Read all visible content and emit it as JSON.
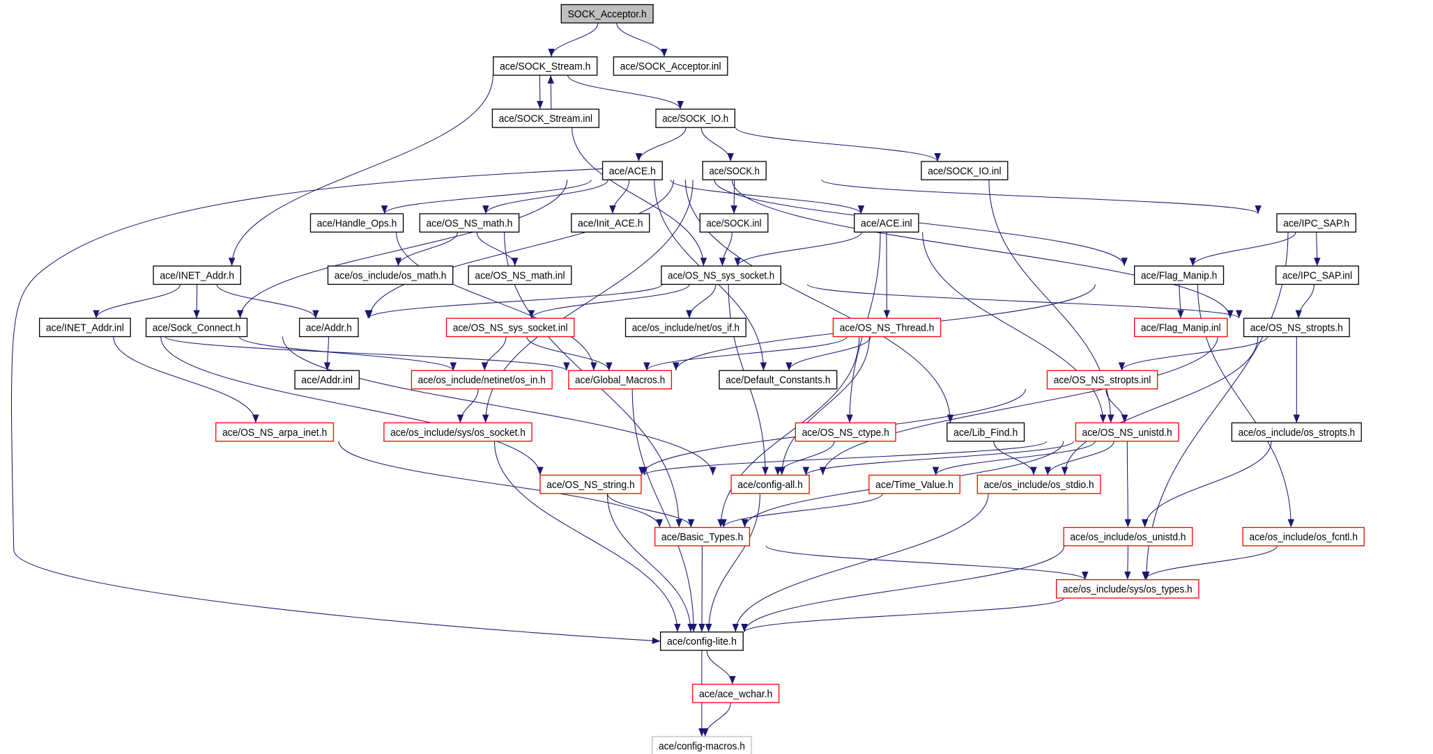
{
  "colors": {
    "edge": "#191970",
    "normal_border": "#000000",
    "missing_border": "#ff0000",
    "truncated_border": "#bfbfbf",
    "root_fill": "#bfbfbf"
  },
  "nodes": [
    {
      "id": "acceptor_h",
      "label": "SOCK_Acceptor.h",
      "kind": "root"
    },
    {
      "id": "stream_h",
      "label": "ace/SOCK_Stream.h",
      "kind": "normal"
    },
    {
      "id": "acceptor_inl",
      "label": "ace/SOCK_Acceptor.inl",
      "kind": "normal"
    },
    {
      "id": "stream_inl",
      "label": "ace/SOCK_Stream.inl",
      "kind": "normal"
    },
    {
      "id": "sockio_h",
      "label": "ace/SOCK_IO.h",
      "kind": "normal"
    },
    {
      "id": "ace_h",
      "label": "ace/ACE.h",
      "kind": "normal"
    },
    {
      "id": "sock_h",
      "label": "ace/SOCK.h",
      "kind": "normal"
    },
    {
      "id": "sockio_inl",
      "label": "ace/SOCK_IO.inl",
      "kind": "normal"
    },
    {
      "id": "handle_ops",
      "label": "ace/Handle_Ops.h",
      "kind": "normal"
    },
    {
      "id": "os_ns_math",
      "label": "ace/OS_NS_math.h",
      "kind": "normal"
    },
    {
      "id": "init_ace",
      "label": "ace/Init_ACE.h",
      "kind": "normal"
    },
    {
      "id": "sock_inl",
      "label": "ace/SOCK.inl",
      "kind": "normal"
    },
    {
      "id": "ace_inl",
      "label": "ace/ACE.inl",
      "kind": "normal"
    },
    {
      "id": "ipc_sap_h",
      "label": "ace/IPC_SAP.h",
      "kind": "normal"
    },
    {
      "id": "inet_addr_h",
      "label": "ace/INET_Addr.h",
      "kind": "normal"
    },
    {
      "id": "os_math",
      "label": "ace/os_include/os_math.h",
      "kind": "normal"
    },
    {
      "id": "os_ns_math_inl",
      "label": "ace/OS_NS_math.inl",
      "kind": "normal"
    },
    {
      "id": "sys_socket_h",
      "label": "ace/OS_NS_sys_socket.h",
      "kind": "normal"
    },
    {
      "id": "flag_manip_h",
      "label": "ace/Flag_Manip.h",
      "kind": "normal"
    },
    {
      "id": "ipc_sap_inl",
      "label": "ace/IPC_SAP.inl",
      "kind": "normal"
    },
    {
      "id": "inet_addr_inl",
      "label": "ace/INET_Addr.inl",
      "kind": "normal"
    },
    {
      "id": "sock_connect",
      "label": "ace/Sock_Connect.h",
      "kind": "normal"
    },
    {
      "id": "addr_h",
      "label": "ace/Addr.h",
      "kind": "normal"
    },
    {
      "id": "sys_socket_inl",
      "label": "ace/OS_NS_sys_socket.inl",
      "kind": "missing"
    },
    {
      "id": "os_if",
      "label": "ace/os_include/net/os_if.h",
      "kind": "normal"
    },
    {
      "id": "os_ns_thread",
      "label": "ace/OS_NS_Thread.h",
      "kind": "missing"
    },
    {
      "id": "flag_manip_inl",
      "label": "ace/Flag_Manip.inl",
      "kind": "missing"
    },
    {
      "id": "os_ns_stropts_h",
      "label": "ace/OS_NS_stropts.h",
      "kind": "normal"
    },
    {
      "id": "addr_inl",
      "label": "ace/Addr.inl",
      "kind": "normal"
    },
    {
      "id": "os_in",
      "label": "ace/os_include/netinet/os_in.h",
      "kind": "missing"
    },
    {
      "id": "global_macros",
      "label": "ace/Global_Macros.h",
      "kind": "missing"
    },
    {
      "id": "default_constants",
      "label": "ace/Default_Constants.h",
      "kind": "normal"
    },
    {
      "id": "os_ns_stropts_inl",
      "label": "ace/OS_NS_stropts.inl",
      "kind": "missing"
    },
    {
      "id": "arpa_inet",
      "label": "ace/OS_NS_arpa_inet.h",
      "kind": "missing"
    },
    {
      "id": "os_socket",
      "label": "ace/os_include/sys/os_socket.h",
      "kind": "missing"
    },
    {
      "id": "os_ns_ctype",
      "label": "ace/OS_NS_ctype.h",
      "kind": "missing"
    },
    {
      "id": "lib_find",
      "label": "ace/Lib_Find.h",
      "kind": "normal"
    },
    {
      "id": "os_ns_unistd",
      "label": "ace/OS_NS_unistd.h",
      "kind": "missing"
    },
    {
      "id": "os_stropts",
      "label": "ace/os_include/os_stropts.h",
      "kind": "normal"
    },
    {
      "id": "os_ns_string",
      "label": "ace/OS_NS_string.h",
      "kind": "missing"
    },
    {
      "id": "config_all",
      "label": "ace/config-all.h",
      "kind": "missing"
    },
    {
      "id": "time_value",
      "label": "ace/Time_Value.h",
      "kind": "missing"
    },
    {
      "id": "os_stdio",
      "label": "ace/os_include/os_stdio.h",
      "kind": "missing"
    },
    {
      "id": "basic_types",
      "label": "ace/Basic_Types.h",
      "kind": "missing"
    },
    {
      "id": "os_unistd",
      "label": "ace/os_include/os_unistd.h",
      "kind": "missing"
    },
    {
      "id": "os_fcntl",
      "label": "ace/os_include/os_fcntl.h",
      "kind": "missing"
    },
    {
      "id": "os_types",
      "label": "ace/os_include/sys/os_types.h",
      "kind": "missing"
    },
    {
      "id": "config_lite",
      "label": "ace/config-lite.h",
      "kind": "normal"
    },
    {
      "id": "ace_wchar",
      "label": "ace/ace_wchar.h",
      "kind": "missing"
    },
    {
      "id": "config_macros",
      "label": "ace/config-macros.h",
      "kind": "truncated"
    }
  ],
  "edges": [
    [
      "acceptor_h",
      "stream_h"
    ],
    [
      "acceptor_h",
      "acceptor_inl"
    ],
    [
      "stream_h",
      "stream_inl"
    ],
    [
      "stream_inl",
      "stream_h"
    ],
    [
      "stream_h",
      "sockio_h"
    ],
    [
      "stream_h",
      "inet_addr_h"
    ],
    [
      "stream_inl",
      "sys_socket_h"
    ],
    [
      "sockio_h",
      "ace_h"
    ],
    [
      "sockio_h",
      "sock_h"
    ],
    [
      "sockio_h",
      "sockio_inl"
    ],
    [
      "sockio_inl",
      "os_ns_unistd"
    ],
    [
      "ace_h",
      "handle_ops"
    ],
    [
      "ace_h",
      "os_ns_math"
    ],
    [
      "ace_h",
      "init_ace"
    ],
    [
      "ace_h",
      "ace_inl"
    ],
    [
      "ace_h",
      "config_lite"
    ],
    [
      "ace_h",
      "sock_connect"
    ],
    [
      "ace_h",
      "flag_manip_h"
    ],
    [
      "ace_h",
      "os_ns_stropts_h"
    ],
    [
      "ace_h",
      "default_constants"
    ],
    [
      "ace_h",
      "lib_find"
    ],
    [
      "sock_h",
      "addr_h"
    ],
    [
      "sock_h",
      "sock_inl"
    ],
    [
      "sock_h",
      "ipc_sap_h"
    ],
    [
      "sock_h",
      "os_socket"
    ],
    [
      "ace_inl",
      "sys_socket_h"
    ],
    [
      "ace_inl",
      "os_ns_thread"
    ],
    [
      "ace_inl",
      "os_ns_ctype"
    ],
    [
      "ace_inl",
      "os_ns_unistd"
    ],
    [
      "sock_inl",
      "sys_socket_h"
    ],
    [
      "handle_ops",
      "global_macros"
    ],
    [
      "os_ns_math",
      "os_math"
    ],
    [
      "os_ns_math",
      "os_ns_math_inl"
    ],
    [
      "os_ns_math",
      "basic_types"
    ],
    [
      "inet_addr_h",
      "inet_addr_inl"
    ],
    [
      "inet_addr_h",
      "sock_connect"
    ],
    [
      "inet_addr_h",
      "addr_h"
    ],
    [
      "inet_addr_inl",
      "global_macros"
    ],
    [
      "inet_addr_inl",
      "arpa_inet"
    ],
    [
      "inet_addr_inl",
      "os_ns_string"
    ],
    [
      "sock_connect",
      "os_in"
    ],
    [
      "sock_connect",
      "config_all"
    ],
    [
      "addr_h",
      "addr_inl"
    ],
    [
      "sys_socket_h",
      "sys_socket_inl"
    ],
    [
      "sys_socket_h",
      "os_if"
    ],
    [
      "sys_socket_h",
      "os_ns_stropts_h"
    ],
    [
      "sys_socket_h",
      "config_all"
    ],
    [
      "sys_socket_h",
      "addr_h"
    ],
    [
      "sys_socket_inl",
      "os_in"
    ],
    [
      "sys_socket_inl",
      "global_macros"
    ],
    [
      "os_in",
      "os_socket"
    ],
    [
      "arpa_inet",
      "basic_types"
    ],
    [
      "os_ns_thread",
      "global_macros"
    ],
    [
      "os_ns_thread",
      "default_constants"
    ],
    [
      "os_ns_thread",
      "config_all"
    ],
    [
      "os_ns_thread",
      "basic_types"
    ],
    [
      "ipc_sap_h",
      "flag_manip_h"
    ],
    [
      "ipc_sap_h",
      "ipc_sap_inl"
    ],
    [
      "ipc_sap_h",
      "os_types"
    ],
    [
      "ipc_sap_inl",
      "os_ns_stropts_h"
    ],
    [
      "flag_manip_h",
      "flag_manip_inl"
    ],
    [
      "flag_manip_h",
      "global_macros"
    ],
    [
      "flag_manip_h",
      "os_fcntl"
    ],
    [
      "os_ns_stropts_h",
      "os_ns_stropts_inl"
    ],
    [
      "os_ns_stropts_h",
      "os_stropts"
    ],
    [
      "os_ns_stropts_h",
      "os_stdio"
    ],
    [
      "os_ns_stropts_h",
      "config_all"
    ],
    [
      "os_ns_stropts_inl",
      "os_ns_unistd"
    ],
    [
      "os_ns_stropts_inl",
      "os_ns_string"
    ],
    [
      "os_stropts",
      "os_unistd"
    ],
    [
      "os_ns_ctype",
      "config_all"
    ],
    [
      "lib_find",
      "os_stdio"
    ],
    [
      "os_ns_unistd",
      "config_all"
    ],
    [
      "os_ns_unistd",
      "time_value"
    ],
    [
      "os_ns_unistd",
      "os_stdio"
    ],
    [
      "os_ns_unistd",
      "os_unistd"
    ],
    [
      "os_ns_unistd",
      "basic_types"
    ],
    [
      "os_ns_unistd",
      "os_ns_string"
    ],
    [
      "os_ns_string",
      "basic_types"
    ],
    [
      "os_ns_string",
      "config_lite"
    ],
    [
      "global_macros",
      "config_lite"
    ],
    [
      "os_socket",
      "config_lite"
    ],
    [
      "config_all",
      "config_lite"
    ],
    [
      "time_value",
      "basic_types"
    ],
    [
      "os_stdio",
      "config_lite"
    ],
    [
      "basic_types",
      "config_lite"
    ],
    [
      "basic_types",
      "os_types"
    ],
    [
      "os_unistd",
      "os_types"
    ],
    [
      "os_unistd",
      "config_lite"
    ],
    [
      "os_fcntl",
      "os_types"
    ],
    [
      "os_types",
      "config_lite"
    ],
    [
      "config_lite",
      "ace_wchar"
    ],
    [
      "config_lite",
      "config_macros"
    ],
    [
      "ace_wchar",
      "config_macros"
    ]
  ]
}
